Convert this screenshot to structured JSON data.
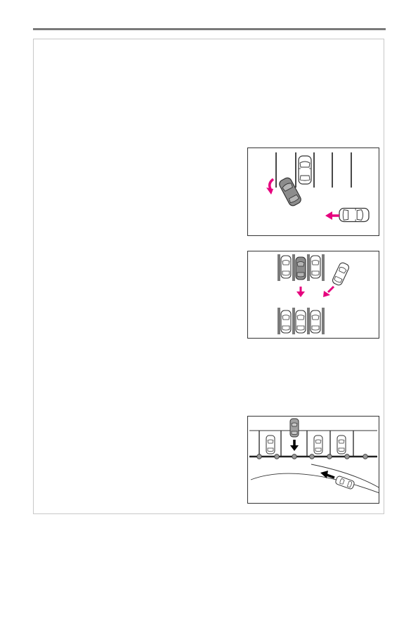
{
  "page": {
    "text_blocks": []
  },
  "figures": [
    {
      "id": "fig1",
      "name": "illustration-backing-out-diagonal",
      "accent_color": "#e6007e"
    },
    {
      "id": "fig2",
      "name": "illustration-backing-out-row",
      "accent_color": "#e6007e"
    },
    {
      "id": "fig3",
      "name": "illustration-parking-lot-sensors",
      "accent_color": "#000000"
    }
  ],
  "colors": {
    "accent": "#e6007e",
    "outline": "#333333",
    "border": "#c8c8c8",
    "sensor_dot": "#999999"
  }
}
